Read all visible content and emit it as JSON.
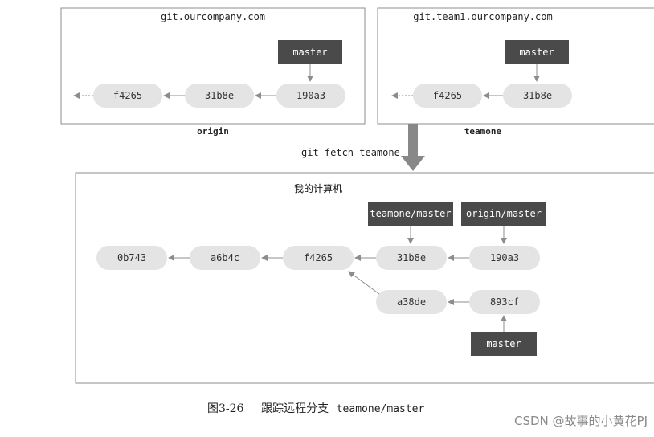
{
  "colors": {
    "commit_fill": "#e4e4e4",
    "ref_fill": "#4a4a4a",
    "box_stroke": "#8c8c8c",
    "arrow": "#8c8c8c",
    "fetch_arrow": "#888888"
  },
  "origin_box": {
    "title": "git.ourcompany.com",
    "label": "origin",
    "ref": "master",
    "commits": [
      "f4265",
      "31b8e",
      "190a3"
    ]
  },
  "teamone_box": {
    "title": "git.team1.ourcompany.com",
    "label": "teamone",
    "ref": "master",
    "commits": [
      "f4265",
      "31b8e"
    ]
  },
  "fetch_command": "git fetch teamone",
  "local_box": {
    "title": "我的计算机",
    "refs": {
      "teamone_master": "teamone/master",
      "origin_master": "origin/master",
      "master": "master"
    },
    "commits": {
      "c0b743": "0b743",
      "a6b4c": "a6b4c",
      "f4265": "f4265",
      "c31b8e": "31b8e",
      "c190a3": "190a3",
      "a38de": "a38de",
      "c893cf": "893cf"
    }
  },
  "caption": {
    "number": "图3-26",
    "text": "跟踪远程分支",
    "code": "teamone/master"
  },
  "watermark": "CSDN @故事的小黄花PJ"
}
